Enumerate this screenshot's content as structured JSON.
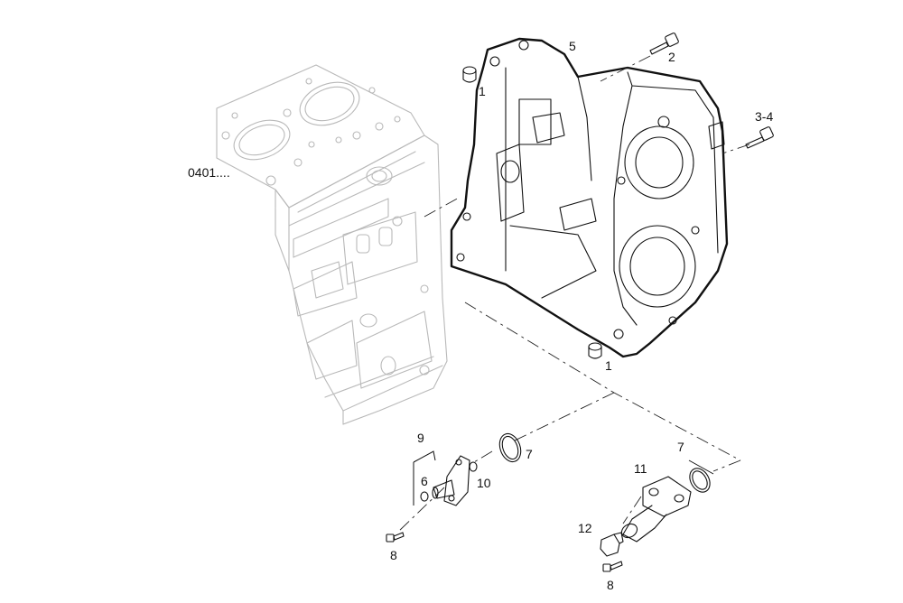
{
  "diagram": {
    "reference_label": "0401....",
    "callouts": [
      {
        "id": "c1a",
        "text": "1"
      },
      {
        "id": "c1b",
        "text": "1"
      },
      {
        "id": "c2",
        "text": "2"
      },
      {
        "id": "c34",
        "text": "3-4"
      },
      {
        "id": "c5",
        "text": "5"
      },
      {
        "id": "c6",
        "text": "6"
      },
      {
        "id": "c7a",
        "text": "7"
      },
      {
        "id": "c7b",
        "text": "7"
      },
      {
        "id": "c8a",
        "text": "8"
      },
      {
        "id": "c8b",
        "text": "8"
      },
      {
        "id": "c9",
        "text": "9"
      },
      {
        "id": "c10",
        "text": "10"
      },
      {
        "id": "c11",
        "text": "11"
      },
      {
        "id": "c12",
        "text": "12"
      }
    ]
  }
}
